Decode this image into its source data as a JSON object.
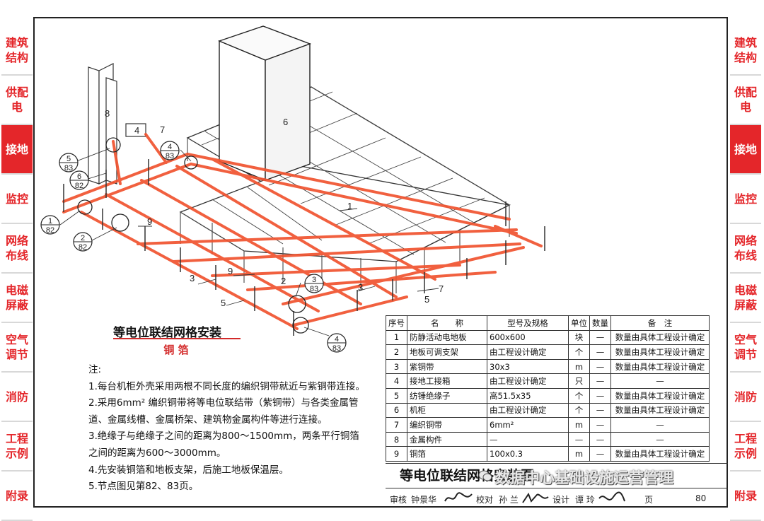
{
  "tabs": {
    "left": [
      {
        "label": "建筑结构",
        "active": false
      },
      {
        "label": "供配电",
        "active": false
      },
      {
        "label": "接地",
        "active": true
      },
      {
        "label": "监控",
        "active": false
      },
      {
        "label": "网络布线",
        "active": false
      },
      {
        "label": "电磁屏蔽",
        "active": false
      },
      {
        "label": "空气调节",
        "active": false
      },
      {
        "label": "消防",
        "active": false
      },
      {
        "label": "工程示例",
        "active": false
      },
      {
        "label": "附录",
        "active": false
      }
    ],
    "right": [
      {
        "label": "建筑结构",
        "active": false
      },
      {
        "label": "供配电",
        "active": false
      },
      {
        "label": "接地",
        "active": true
      },
      {
        "label": "监控",
        "active": false
      },
      {
        "label": "网络布线",
        "active": false
      },
      {
        "label": "电磁屏蔽",
        "active": false
      },
      {
        "label": "空气调节",
        "active": false
      },
      {
        "label": "消防",
        "active": false
      },
      {
        "label": "工程示例",
        "active": false
      },
      {
        "label": "附录",
        "active": false
      }
    ]
  },
  "diagram": {
    "callouts": [
      "1",
      "2",
      "3",
      "3",
      "4",
      "5",
      "5",
      "6",
      "7",
      "7",
      "8",
      "9",
      "9"
    ],
    "detail_refs": [
      {
        "num": "5",
        "page": "83"
      },
      {
        "num": "6",
        "page": "82"
      },
      {
        "num": "1",
        "page": "82"
      },
      {
        "num": "2",
        "page": "82"
      },
      {
        "num": "4",
        "page": "83"
      },
      {
        "num": "3",
        "page": "83"
      },
      {
        "num": "4",
        "page": "83"
      }
    ]
  },
  "title": {
    "main": "等电位联结网格安装",
    "sub": "铜 箔"
  },
  "notes": {
    "heading": "注:",
    "lines": [
      "1.每台机柜外壳采用两根不同长度的编织铜带就近与紫铜带连接。",
      "2.采用6mm² 编织铜带将等电位联结带（紫铜带）与各类金属管",
      "   道、金属线槽、金属桥架、建筑物金属构件等进行连接。",
      "3.绝缘子与绝缘子之间的距离为800～1500mm，两条平行铜箔",
      "   之间的距离为600～3000mm。",
      "4.先安装铜箔和地板支架，后施工地板保温层。",
      "5.节点图见第82、83页。"
    ]
  },
  "parts_table": {
    "headers": [
      "序号",
      "名　　称",
      "型号及规格",
      "单位",
      "数量",
      "备　注"
    ],
    "rows": [
      [
        "1",
        "防静活动电地板",
        "600x600",
        "块",
        "—",
        "数量由具体工程设计确定"
      ],
      [
        "2",
        "地板可调支架",
        "由工程设计确定",
        "个",
        "—",
        "数量由具体工程设计确定"
      ],
      [
        "3",
        "紫铜带",
        "30x3",
        "m",
        "—",
        "数量由具体工程设计确定"
      ],
      [
        "4",
        "接地工接箱",
        "由工程设计确定",
        "只",
        "—",
        "—"
      ],
      [
        "5",
        "纺锤绝缘子",
        "高51.5x35",
        "个",
        "—",
        "数量由具体工程设计确定"
      ],
      [
        "6",
        "机柜",
        "由工程设计确定",
        "个",
        "—",
        "数量由具体工程设计确定"
      ],
      [
        "7",
        "编织铜带",
        "6mm²",
        "m",
        "—",
        "—"
      ],
      [
        "8",
        "金属构件",
        "—",
        "—",
        "—",
        "—"
      ],
      [
        "9",
        "铜箔",
        "100x0.3",
        "m",
        "—",
        "数量由具体工程设计确定"
      ]
    ]
  },
  "table_title": "等电位联结网格安装图",
  "watermark": "数据中心基础设施运营管理",
  "signbar": {
    "review_label": "审核",
    "review_name": "钟景华",
    "check_label": "校对",
    "check_name": "孙 兰",
    "design_label": "设计",
    "design_name": "谭 玲",
    "page_label": "页",
    "page_num": "80"
  },
  "colors": {
    "accent": "#e4262a",
    "copper_strip": "#f0532f",
    "line": "#222222"
  }
}
